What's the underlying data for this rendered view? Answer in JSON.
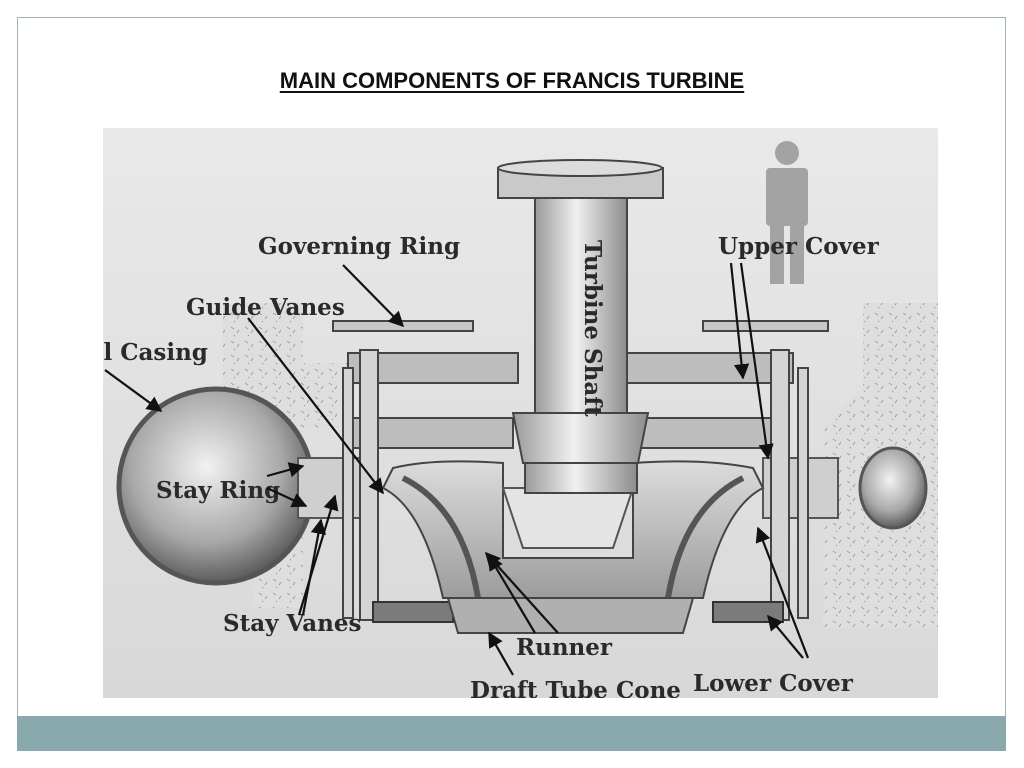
{
  "title": "MAIN COMPONENTS OF FRANCIS TURBINE",
  "labels": {
    "governing_ring": "Governing Ring",
    "upper_cover": "Upper Cover",
    "guide_vanes": "Guide Vanes",
    "spiral_casing": "Spiral Casing",
    "turbine_shaft": "Turbine Shaft",
    "stay_ring": "Stay Ring",
    "stay_vanes": "Stay Vanes",
    "runner": "Runner",
    "lower_cover": "Lower Cover",
    "draft_tube_cone": "Draft Tube Cone"
  },
  "colors": {
    "footer_band": "#8aa9ad",
    "slide_border": "#9fb3b8"
  }
}
